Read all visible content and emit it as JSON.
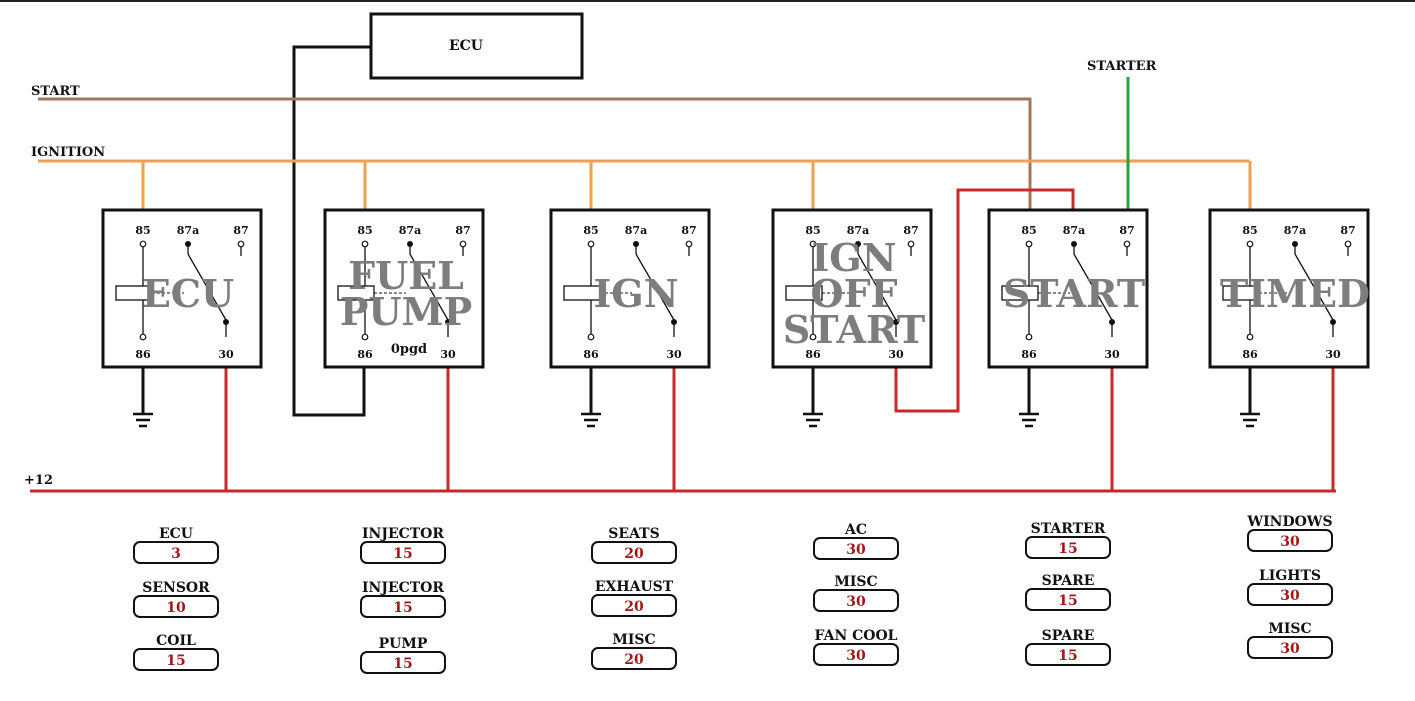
{
  "colors": {
    "start_wire": "#a0785a",
    "ignition_wire": "#f0a050",
    "power_wire": "#c82828",
    "starter_wire": "#2e9e3e",
    "ground": "#111111",
    "relay_text": "#7d7d7d",
    "amp_text": "#a01818"
  },
  "ecu_box": {
    "label": "ECU"
  },
  "wires": {
    "start_label": "START",
    "ignition_label": "IGNITION",
    "power_label": "+12",
    "starter_label": "STARTER"
  },
  "pins": {
    "p85": "85",
    "p87a": "87a",
    "p87": "87",
    "p86": "86",
    "p30": "30"
  },
  "relays": [
    {
      "name_lines": [
        "ECU"
      ],
      "note": ""
    },
    {
      "name_lines": [
        "FUEL",
        "PUMP"
      ],
      "note": "0pgd"
    },
    {
      "name_lines": [
        "IGN"
      ],
      "note": ""
    },
    {
      "name_lines": [
        "IGN",
        "OFF",
        "START"
      ],
      "note": ""
    },
    {
      "name_lines": [
        "START"
      ],
      "note": ""
    },
    {
      "name_lines": [
        "TIMED"
      ],
      "note": ""
    }
  ],
  "fuse_groups": [
    {
      "fuses": [
        {
          "label": "ECU",
          "amps": "3"
        },
        {
          "label": "SENSOR",
          "amps": "10"
        },
        {
          "label": "COIL",
          "amps": "15"
        }
      ]
    },
    {
      "fuses": [
        {
          "label": "INJECTOR",
          "amps": "15"
        },
        {
          "label": "INJECTOR",
          "amps": "15"
        },
        {
          "label": "PUMP",
          "amps": "15"
        }
      ]
    },
    {
      "fuses": [
        {
          "label": "SEATS",
          "amps": "20"
        },
        {
          "label": "EXHAUST",
          "amps": "20"
        },
        {
          "label": "MISC",
          "amps": "20"
        }
      ]
    },
    {
      "fuses": [
        {
          "label": "AC",
          "amps": "30"
        },
        {
          "label": "MISC",
          "amps": "30"
        },
        {
          "label": "FAN COOL",
          "amps": "30"
        }
      ]
    },
    {
      "fuses": [
        {
          "label": "STARTER",
          "amps": "15"
        },
        {
          "label": "SPARE",
          "amps": "15"
        },
        {
          "label": "SPARE",
          "amps": "15"
        }
      ]
    },
    {
      "fuses": [
        {
          "label": "WINDOWS",
          "amps": "30"
        },
        {
          "label": "LIGHTS",
          "amps": "30"
        },
        {
          "label": "MISC",
          "amps": "30"
        }
      ]
    }
  ]
}
